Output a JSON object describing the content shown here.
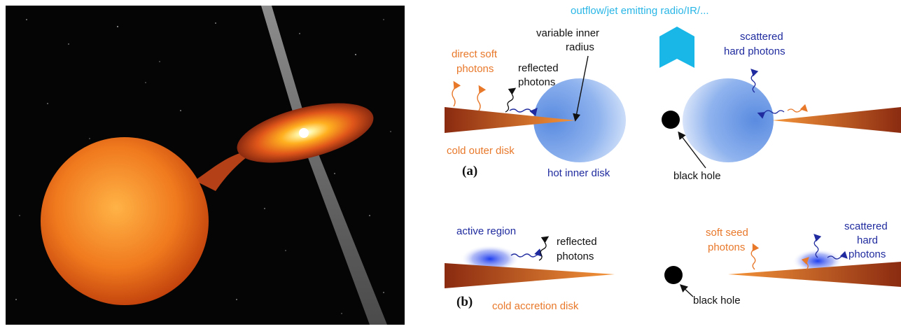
{
  "colors": {
    "orange_label": "#e8782a",
    "blue_label": "#1f2b9e",
    "cyan_label": "#29b6e6",
    "black_label": "#111111",
    "disk_dark": "#8a2a10",
    "disk_light": "#f5953a",
    "hot_disk": "#6f9fe8"
  },
  "panel_a": {
    "top_label": "outflow/jet emitting radio/IR/...",
    "variable_inner_radius": [
      "variable inner",
      "radius"
    ],
    "direct_soft_photons": [
      "direct soft",
      "photons"
    ],
    "reflected_photons": [
      "reflected",
      "photons"
    ],
    "scattered_hard_photons": [
      "scattered",
      "hard photons"
    ],
    "cold_outer_disk": "cold outer disk",
    "hot_inner_disk": "hot inner disk",
    "black_hole": "black hole",
    "panel_tag": "(a)"
  },
  "panel_b": {
    "active_region": "active region",
    "reflected_photons": [
      "reflected",
      "photons"
    ],
    "soft_seed_photons": [
      "soft seed",
      "photons"
    ],
    "scattered_hard_photons": [
      "scattered",
      "hard",
      "photons"
    ],
    "cold_accretion_disk": "cold accretion disk",
    "black_hole": "black hole",
    "panel_tag": "(b)"
  }
}
